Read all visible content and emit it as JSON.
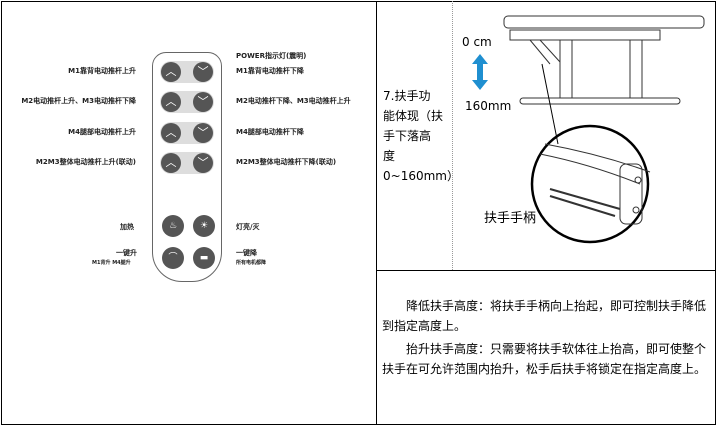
{
  "remote": {
    "power_label": "POWER指示灯(震明)",
    "left_labels": [
      "M1靠背电动推杆上升",
      "M2电动推杆上升、M3电动推杆下降",
      "M4腿部电动推杆上升",
      "M2M3整体电动推杆上升(联动)"
    ],
    "right_labels": [
      "M1靠背电动推杆下降",
      "M2电动推杆下降、M3电动推杆上升",
      "M4腿部电动推杆下降",
      "M2M3整体电动推杆下降(联动)"
    ],
    "heat_label": "加热",
    "light_label": "灯亮/灭",
    "one_key_up": "一键升",
    "one_key_up_sub": "M1背升 M4腿升",
    "one_key_down": "一键降",
    "one_key_down_sub": "所有电机都降"
  },
  "armrest": {
    "title": "7.扶手功能体现（扶手下落高度0~160mm）",
    "title_lines": [
      "7.扶手功",
      "能体现（扶",
      "手下落高",
      "度",
      "0~160mm）"
    ],
    "top_value": "0 cm",
    "bottom_value": "160mm",
    "handle_label": "扶手手柄"
  },
  "description": [
    "降低扶手高度：将扶手手柄向上抬起，即可控制扶手降低到指定高度上。",
    "抬升扶手高度：只需要将扶手软体往上抬高，即可使整个扶手在可允许范围内抬升，松手后扶手将锁定在指定高度上。"
  ],
  "colors": {
    "arrow": "#1f8fd0",
    "button": "#555555"
  }
}
